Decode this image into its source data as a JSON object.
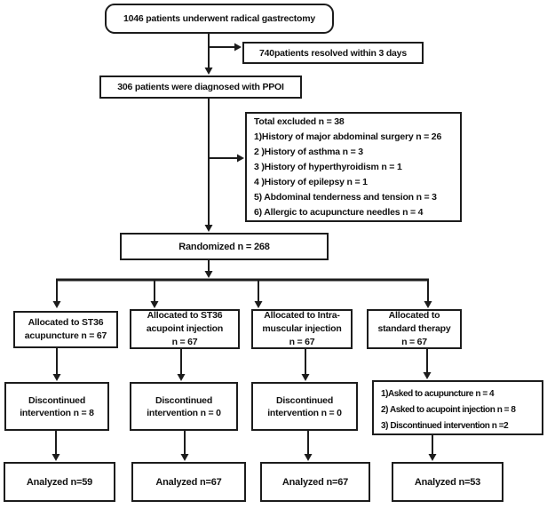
{
  "figure": {
    "type": "consort-flow-diagram",
    "colors": {
      "line": "#1c1c1c",
      "box_border": "#1c1c1c",
      "text": "#111111",
      "background": "#ffffff"
    },
    "flow": {
      "enrolled": "1046 patients underwent radical gastrectomy",
      "resolved": "740patients  resolved within 3 days",
      "ppoi": "306 patients were diagnosed with PPOI",
      "excluded": {
        "lines": [
          "Total excluded n = 38",
          "1)History of major abdominal surgery n = 26",
          "2 )History of  asthma n = 3",
          "3 )History of hyperthyroidism n = 1",
          "4 )History of epilepsy n = 1",
          "5) Abdominal tenderness and tension n = 3",
          "6) Allergic to acupuncture needles n = 4"
        ]
      },
      "randomized": "Randomized n = 268",
      "arms": [
        {
          "allocated_lines": [
            "Allocated to  ST36",
            "acupuncture n = 67"
          ],
          "discontinued_lines": [
            "Discontinued",
            "intervention n = 8"
          ],
          "analyzed": "Analyzed n=59"
        },
        {
          "allocated_lines": [
            "Allocated to ST36",
            "acupoint injection",
            "n = 67"
          ],
          "discontinued_lines": [
            "Discontinued",
            "intervention n = 0"
          ],
          "analyzed": "Analyzed n=67"
        },
        {
          "allocated_lines": [
            "Allocated to Intra-",
            "muscular injection",
            "n = 67"
          ],
          "discontinued_lines": [
            "Discontinued",
            "intervention n = 0"
          ],
          "analyzed": "Analyzed n=67"
        },
        {
          "allocated_lines": [
            "Allocated to",
            "standard therapy",
            "n = 67"
          ],
          "discontinued_lines": [
            "1)Asked to acupuncture n = 4",
            "2) Asked to acupoint injection n = 8",
            "3) Discontinued intervention n =2"
          ],
          "analyzed": "Analyzed n=53"
        }
      ]
    }
  }
}
